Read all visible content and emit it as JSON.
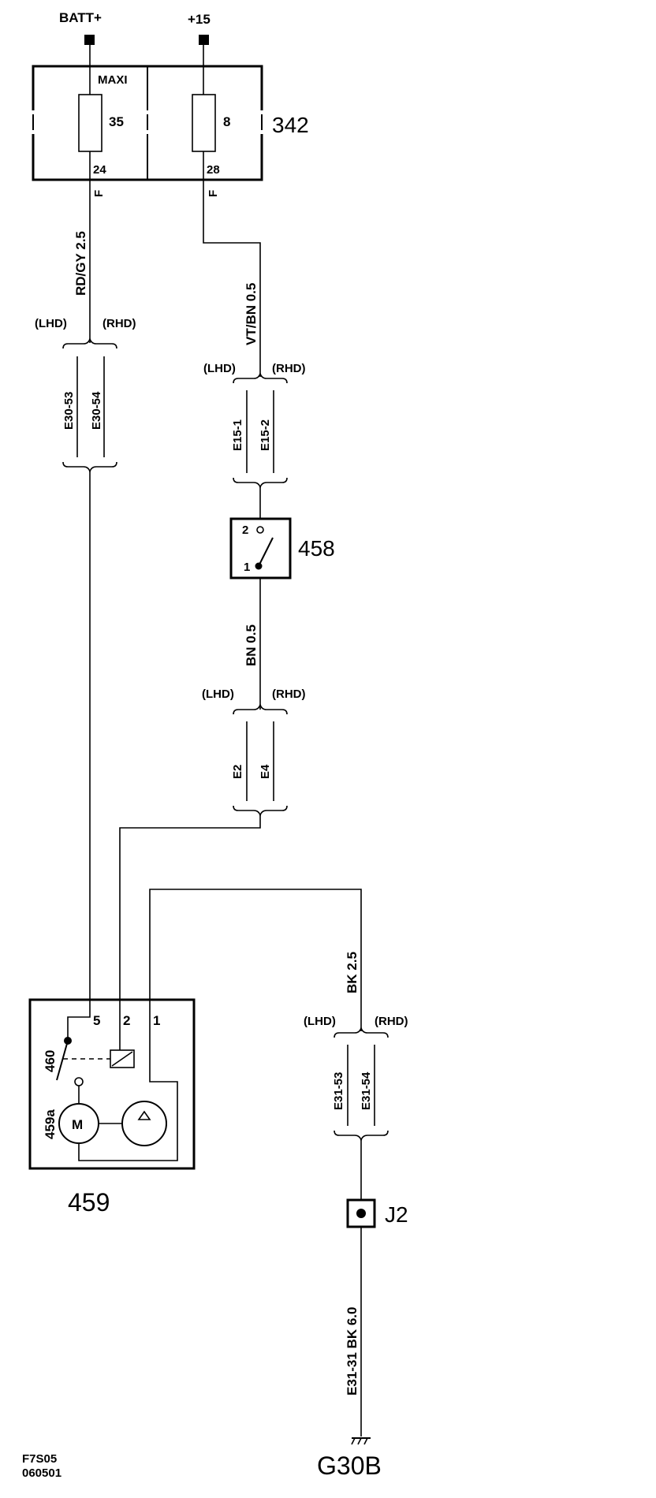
{
  "terminals": {
    "batt": "BATT+",
    "ign": "+15"
  },
  "fusebox": {
    "id": "342",
    "maxi": "MAXI",
    "fuse_left_num": "35",
    "fuse_right_num": "8",
    "pin_left": "24",
    "pin_right": "28",
    "f_left": "F",
    "f_right": "F"
  },
  "wires": {
    "rdgy": "RD/GY  2.5",
    "vtbn": "VT/BN  0.5",
    "bn": "BN  0.5",
    "bk": "BK  2.5",
    "gnd": "E31-31 BK  6.0"
  },
  "connectors": {
    "lhd": "(LHD)",
    "rhd": "(RHD)",
    "e30_l": "E30-53",
    "e30_r": "E30-54",
    "e15_l": "E15-1",
    "e15_r": "E15-2",
    "e2": "E2",
    "e4": "E4",
    "e31_l": "E31-53",
    "e31_r": "E31-54"
  },
  "switch": {
    "id": "458",
    "pin2": "2",
    "pin1": "1"
  },
  "pump": {
    "id": "459",
    "relay": "460",
    "motor_id": "459a",
    "motor_symbol": "M",
    "pin5": "5",
    "pin2": "2",
    "pin1": "1"
  },
  "junction": {
    "id": "J2"
  },
  "ground": {
    "id": "G30B"
  },
  "footer": {
    "code": "F7S05",
    "date": "060501"
  }
}
